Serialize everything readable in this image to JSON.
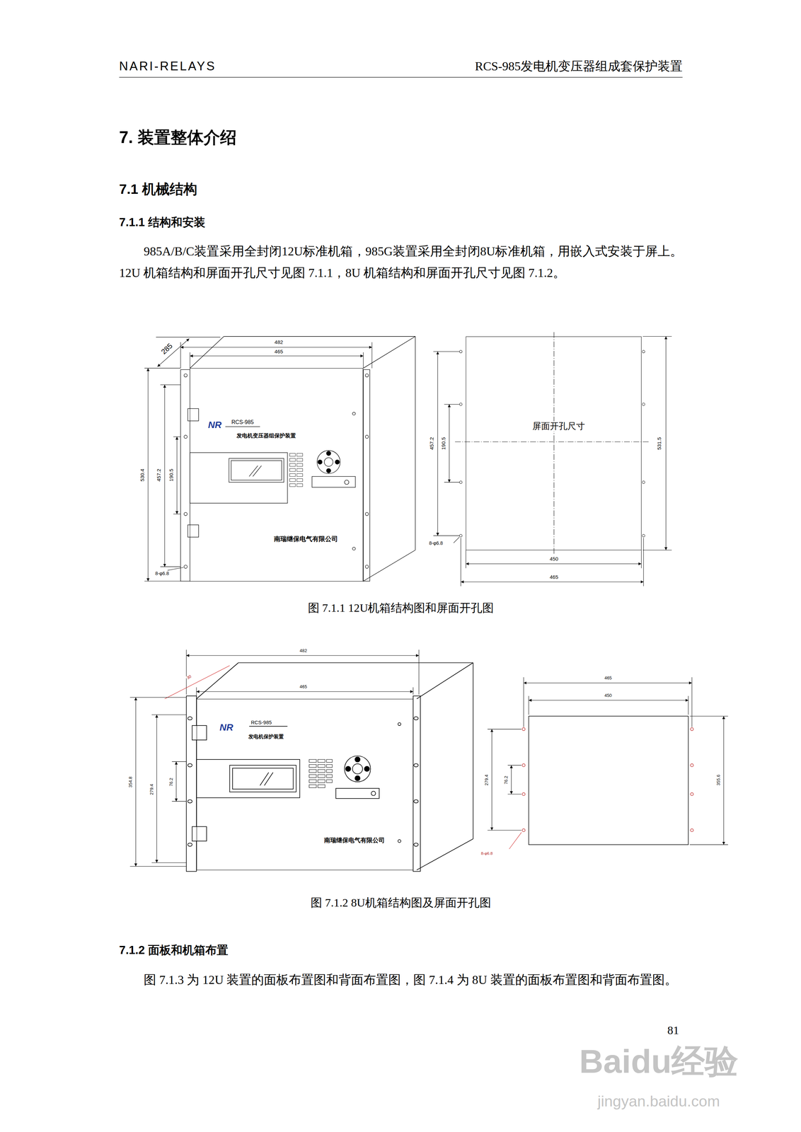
{
  "diagram": {
    "title": "7. 装置整体介绍",
    "nodes": [
      {
        "text": [
          "NR",
          "RCS-985",
          "发电机变压器组保护装置",
          "南瑞继保电气有限公司"
        ]
      },
      {
        "text": [
          "屏面开孔尺寸"
        ]
      },
      {
        "text": [
          "NR",
          "RCS-985",
          "发电机保护装置",
          "南瑞继保电气有限公司"
        ]
      }
    ],
    "labels": [
      "NARI-RELAYS",
      "RCS-985发电机变压器组成套保护装置",
      "7.1 机械结构",
      "7.1.1 结构和安装",
      "985A/B/C装置采用全封闭12U标准机箱，985G装置采用全封闭8U标准机箱，用嵌入式安装于屏上。12U 机箱结构和屏面开孔尺寸见图 7.1.1，8U 机箱结构和屏面开孔尺寸见图 7.1.2。",
      "285",
      "482",
      "465",
      "530.4",
      "457.2",
      "190.5",
      "8-φ6.8",
      "457.2",
      "190.5",
      "531.5",
      "8-φ6.8",
      "450",
      "465",
      "图 7.1.1 12U机箱结构图和屏面开孔图",
      "482",
      "30",
      "465",
      "354.8",
      "279.4",
      "76.2",
      "465",
      "450",
      "279.4",
      "76.2",
      "355.6",
      "8-φ6.8",
      "图 7.1.2 8U机箱结构图及屏面开孔图",
      "7.1.2 面板和机箱布置",
      "图 7.1.3 为 12U 装置的面板布置图和背面布置图，图 7.1.4 为 8U 装置的面板布置图和背面布置图。",
      "81",
      "Baidu经验",
      "jingyan.baidu.com"
    ]
  }
}
